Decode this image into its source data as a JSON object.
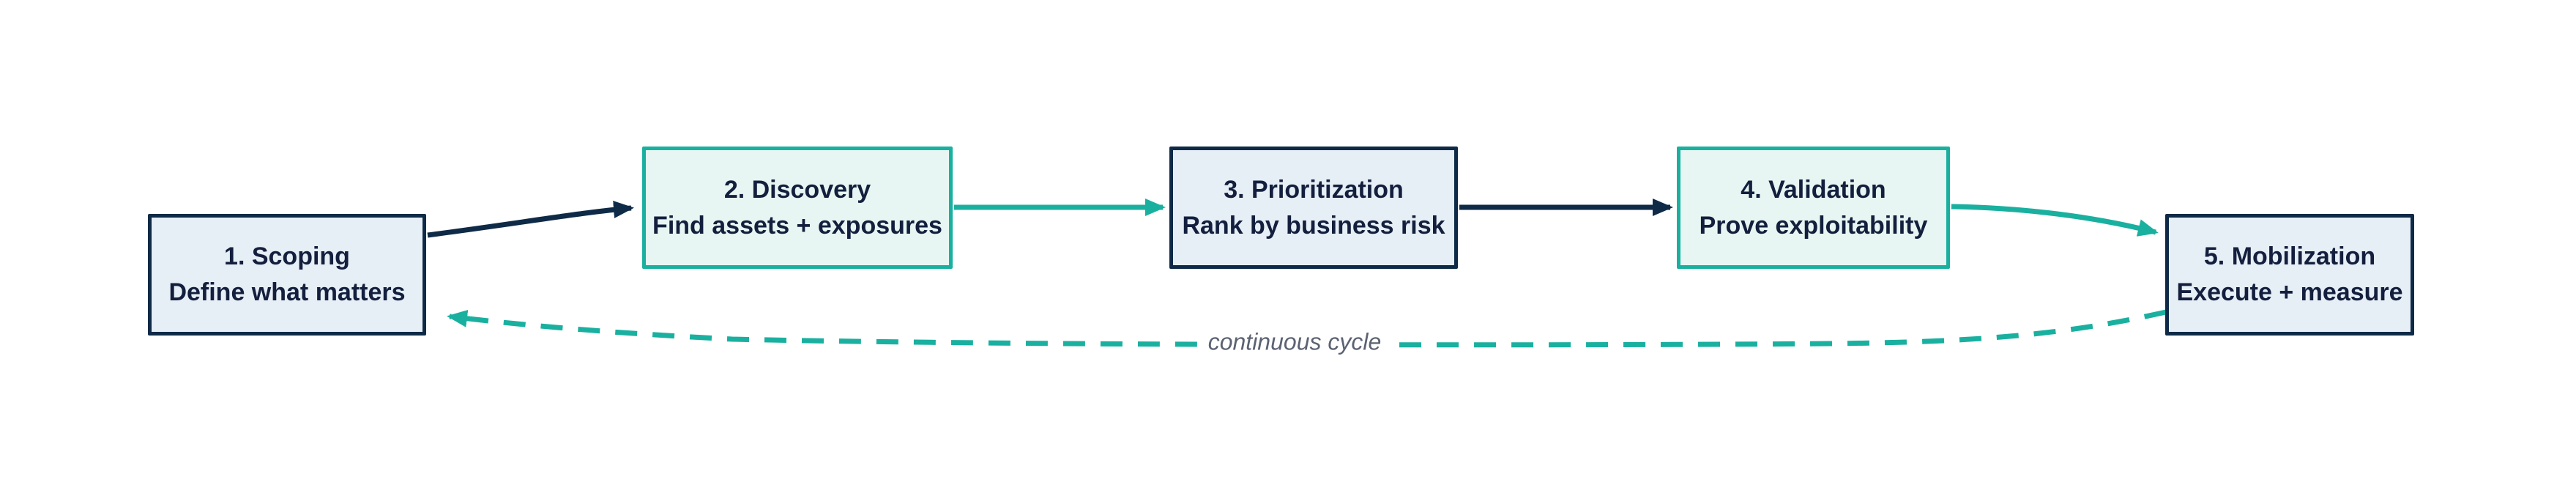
{
  "diagram": {
    "type": "process-flow",
    "steps": [
      {
        "title": "1. Scoping",
        "subtitle": "Define what matters",
        "variant": "navy"
      },
      {
        "title": "2. Discovery",
        "subtitle": "Find assets + exposures",
        "variant": "teal"
      },
      {
        "title": "3. Prioritization",
        "subtitle": "Rank by business risk",
        "variant": "navy"
      },
      {
        "title": "4. Validation",
        "subtitle": "Prove exploitability",
        "variant": "teal"
      },
      {
        "title": "5. Mobilization",
        "subtitle": "Execute + measure",
        "variant": "navy"
      }
    ],
    "connectors": [
      {
        "from": 1,
        "to": 2,
        "style": "solid",
        "color": "#0e2a47"
      },
      {
        "from": 2,
        "to": 3,
        "style": "solid",
        "color": "#1ab0a0"
      },
      {
        "from": 3,
        "to": 4,
        "style": "solid",
        "color": "#0e2a47"
      },
      {
        "from": 4,
        "to": 5,
        "style": "solid",
        "color": "#1ab0a0"
      },
      {
        "from": 5,
        "to": 1,
        "style": "dashed",
        "color": "#1ab0a0",
        "label": "continuous cycle"
      }
    ],
    "cycle_label": "continuous cycle",
    "colors": {
      "navy": "#0e2a47",
      "teal": "#1ab0a0",
      "navy_box_fill": "#e6eef6",
      "teal_box_fill": "#e7f6f2",
      "box_text": "#131f3d",
      "cycle_label_text": "#5b6272",
      "background": "#ffffff"
    }
  }
}
